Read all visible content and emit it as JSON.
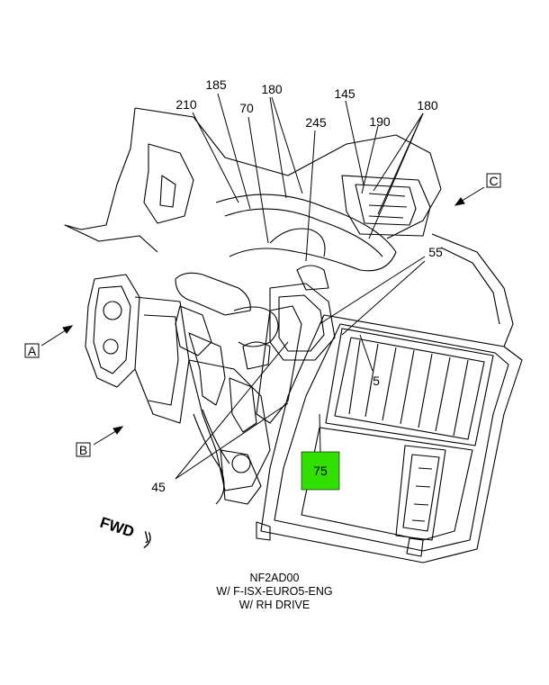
{
  "callouts": {
    "c185": "185",
    "c180a": "180",
    "c145": "145",
    "c180b": "180",
    "c210": "210",
    "c70": "70",
    "c190": "190",
    "c245": "245",
    "c55": "55",
    "c5": "5",
    "c45": "45",
    "c75": "75"
  },
  "view_labels": {
    "a": "A",
    "b": "B",
    "c": "C"
  },
  "direction_label": "FWD",
  "caption": {
    "line1": "NF2AD00",
    "line2": "W/ F-ISX-EURO5-ENG",
    "line3": "W/ RH DRIVE"
  },
  "highlight": {
    "color": "#2fe000",
    "callout": "75"
  }
}
